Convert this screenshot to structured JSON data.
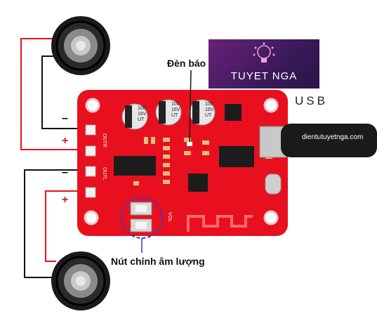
{
  "labels": {
    "led": "Đèn báo",
    "usb": "USB",
    "volume_buttons": "Nút chỉnh âm lượng",
    "website": "dientutuyetnga.com",
    "logo": "TUYET NGA"
  },
  "signs": {
    "top_minus": "–",
    "top_plus": "+",
    "bottom_minus": "–",
    "bottom_plus": "+"
  },
  "board_silk": {
    "outr": "OUTR",
    "outl": "OUTL",
    "vol": "VOL",
    "cap1": [
      "100",
      "16V",
      "UT"
    ],
    "cap2": [
      "100",
      "16V",
      "UT"
    ],
    "cap3": [
      "100",
      "16V",
      "UT"
    ]
  },
  "colors": {
    "board": "#e8101e",
    "wire_red": "#e8101e",
    "wire_black": "#111111",
    "logo_bg": "#4a1c62",
    "usb_cable": "#1a1a1a"
  },
  "icons": [
    "speaker-icon",
    "usb-cable-icon",
    "bulb-logo-icon"
  ]
}
